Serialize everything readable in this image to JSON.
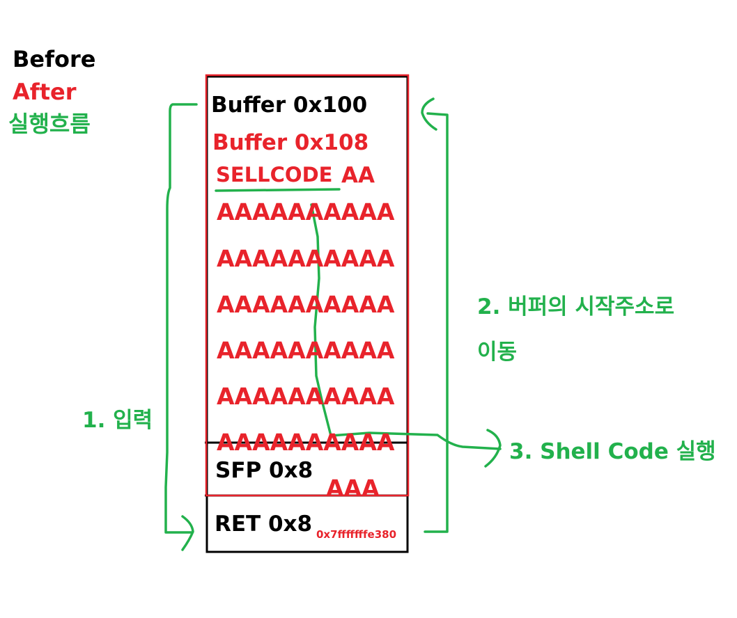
{
  "legend": {
    "before": "Before",
    "after": "After",
    "flow": "실행흐름"
  },
  "stack": {
    "buffer_before": "Buffer 0x100",
    "buffer_after": "Buffer 0x108",
    "shellcode": "SELLCODE",
    "shellcode_pad": "AA",
    "filler_rows": [
      "AAAAAAAAAA",
      "AAAAAAAAAA",
      "AAAAAAAAAA",
      "AAAAAAAAAA",
      "AAAAAAAAAA",
      "AAAAAAAAAA"
    ],
    "sfp": "SFP 0x8",
    "sfp_overflow": "AAA",
    "ret": "RET 0x8",
    "ret_value": "0x7fffffffe380"
  },
  "steps": {
    "step1": "1. 입력",
    "step2_line1": "2. 버퍼의 시작주소로",
    "step2_line2": "이동",
    "step3": "3. Shell Code 실행"
  },
  "colors": {
    "before": "#000000",
    "after": "#e8232b",
    "flow": "#22b14c"
  }
}
